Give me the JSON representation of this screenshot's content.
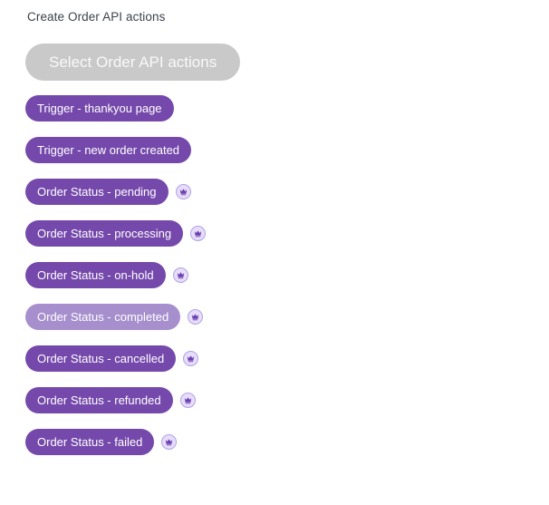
{
  "page": {
    "title": "Create Order API actions"
  },
  "select_button": {
    "label": "Select Order API actions"
  },
  "actions": [
    {
      "label": "Trigger - thankyou page",
      "premium": false,
      "variant": "solid"
    },
    {
      "label": "Trigger - new order created",
      "premium": false,
      "variant": "solid"
    },
    {
      "label": "Order Status - pending",
      "premium": true,
      "variant": "solid"
    },
    {
      "label": "Order Status - processing",
      "premium": true,
      "variant": "solid"
    },
    {
      "label": "Order Status - on-hold",
      "premium": true,
      "variant": "solid"
    },
    {
      "label": "Order Status - completed",
      "premium": true,
      "variant": "light"
    },
    {
      "label": "Order Status - cancelled",
      "premium": true,
      "variant": "solid"
    },
    {
      "label": "Order Status - refunded",
      "premium": true,
      "variant": "solid"
    },
    {
      "label": "Order Status - failed",
      "premium": true,
      "variant": "solid"
    }
  ],
  "icons": {
    "premium": "crown-icon"
  },
  "colors": {
    "accent": "#7549ab",
    "accent_light": "#a78fce",
    "disabled_gray": "#c9c9c9",
    "badge_bg": "#e6def9",
    "badge_border": "#b3a0e6",
    "crown": "#6d3fb0",
    "title_text": "#3c434a"
  }
}
